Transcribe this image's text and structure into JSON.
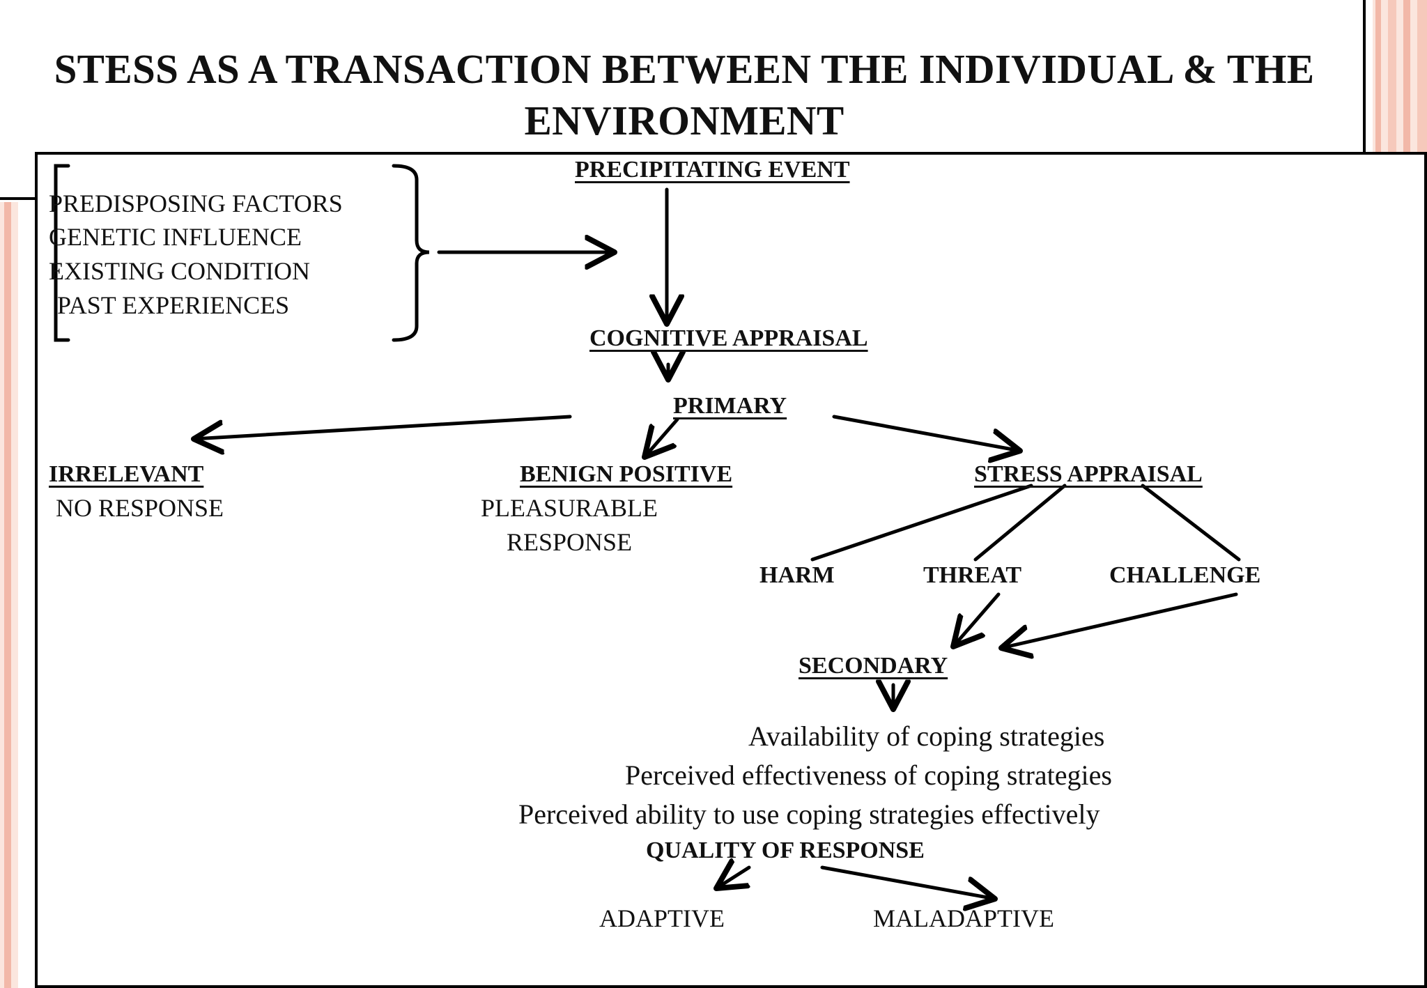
{
  "title": "STESS AS A TRANSACTION BETWEEN THE INDIVIDUAL & THE ENVIRONMENT",
  "precipitating_event": "PRECIPITATING EVENT",
  "predisposing": {
    "items": [
      "PREDISPOSING FACTORS",
      "GENETIC INFLUENCE",
      "EXISTING CONDITION",
      "PAST EXPERIENCES"
    ]
  },
  "cognitive_appraisal": "COGNITIVE APPRAISAL",
  "primary": "PRIMARY",
  "irrelevant": {
    "label": "IRRELEVANT",
    "response": "NO RESPONSE"
  },
  "benign": {
    "label": "BENIGN POSITIVE",
    "response_line1": "PLEASURABLE",
    "response_line2": "RESPONSE"
  },
  "stress_appraisal": {
    "label": "STRESS APPRAISAL",
    "children": [
      "HARM",
      "THREAT",
      "CHALLENGE"
    ]
  },
  "secondary": {
    "label": "SECONDARY",
    "factors": [
      "Availability of coping strategies",
      "Perceived effectiveness of coping strategies",
      "Perceived ability to use coping strategies effectively"
    ]
  },
  "quality_of_response": "QUALITY OF RESPONSE",
  "outcomes": [
    "ADAPTIVE",
    "MALADAPTIVE"
  ],
  "colors": {
    "stripe": "#f2b8a8",
    "stripe_light": "#f9ddd3",
    "line": "#000000"
  }
}
